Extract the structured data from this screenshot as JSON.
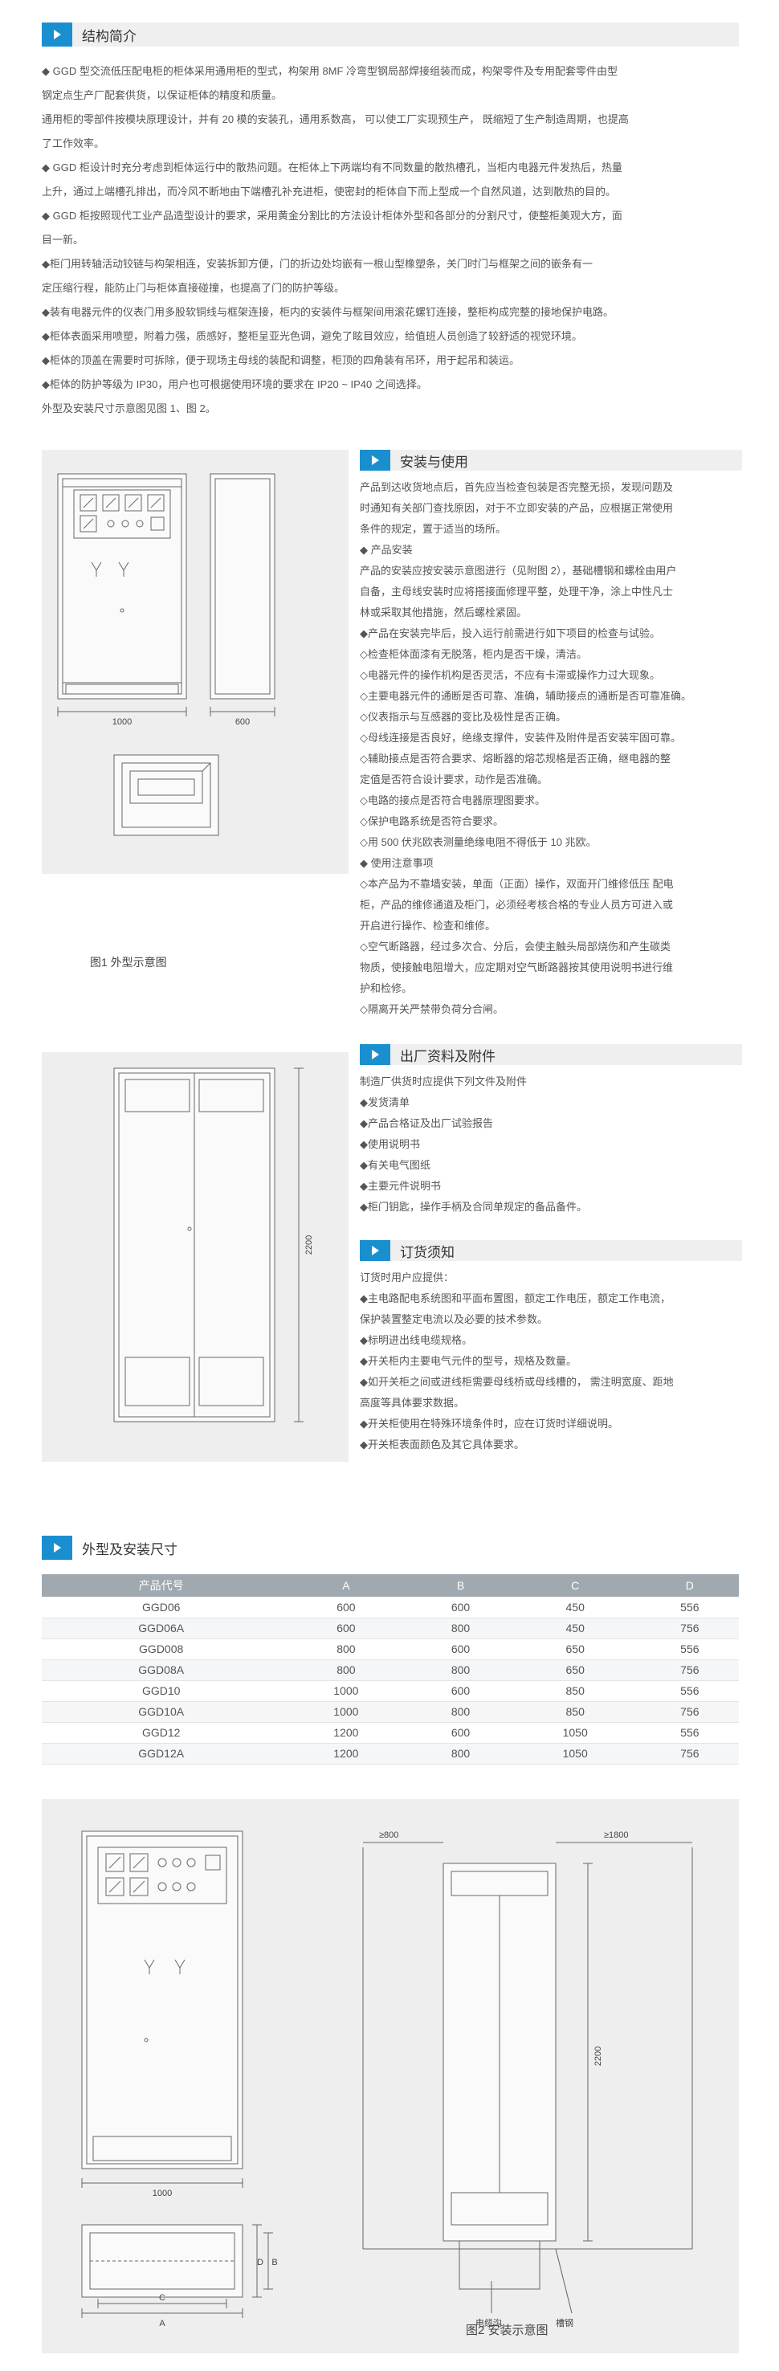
{
  "sections": {
    "intro_title": "结构简介",
    "install_title": "安装与使用",
    "docs_title": "出厂资料及附件",
    "order_title": "订货须知",
    "dims_title": "外型及安装尺寸"
  },
  "intro": [
    "◆ GGD 型交流低压配电柜的柜体采用通用柜的型式，构架用 8MF 冷弯型钢局部焊接组装而成，构架零件及专用配套零件由型",
    "钢定点生产厂配套供货，以保证柜体的精度和质量。",
    "通用柜的零部件按模块原理设计，并有 20 模的安装孔，通用系数高， 可以使工厂实现预生产， 既缩短了生产制造周期，也提高",
    "了工作效率。",
    "◆ GGD 柜设计时充分考虑到柜体运行中的散热问题。在柜体上下两端均有不同数量的散热槽孔，当柜内电器元件发热后，热量",
    "上升，通过上端槽孔排出，而冷风不断地由下端槽孔补充进柜，使密封的柜体自下而上型成一个自然风道，达到散热的目的。",
    "◆ GGD 柜按照现代工业产品造型设计的要求，采用黄金分割比的方法设计柜体外型和各部分的分割尺寸，使整柜美观大方，面",
    "目一新。",
    "◆柜门用转轴活动铰链与构架相连，安装拆卸方便，门的折边处均嵌有一根山型橡塑条，关门时门与框架之间的嵌条有一",
    "  定压缩行程，能防止门与柜体直接碰撞，也提高了门的防护等级。",
    "◆装有电器元件的仪表门用多股软铜线与框架连接，柜内的安装件与框架间用滚花螺钉连接，整柜构成完整的接地保护电路。",
    "◆柜体表面采用喷塑，附着力强，质感好，整柜呈亚光色调，避免了眩目效应，给值班人员创造了较舒适的视觉环境。",
    "◆柜体的顶盖在需要时可拆除，便于现场主母线的装配和调整，柜顶的四角装有吊环，用于起吊和装运。",
    "◆柜体的防护等级为 IP30，用户也可根据使用环境的要求在 IP20 ~ IP40 之间选择。",
    "外型及安装尺寸示意图见图 1、图 2。"
  ],
  "install": [
    "产品到达收货地点后，首先应当检查包装是否完整无损，发现问题及",
    "时通知有关部门查找原因，对于不立即安装的产品，应根据正常使用",
    "条件的规定，置于适当的场所。",
    "◆ 产品安装",
    "产品的安装应按安装示意图进行（见附图 2），基础槽钢和螺栓由用户",
    "自备，主母线安装时应将搭接面修理平整，处理干净，涂上中性凡士",
    "林或采取其他措施，然后螺栓紧固。",
    "◆产品在安装完毕后，投入运行前需进行如下项目的检查与试验。",
    "◇检查柜体面漆有无脱落，柜内是否干燥，清洁。",
    "◇电器元件的操作机构是否灵活，不应有卡滞或操作力过大现象。",
    "◇主要电器元件的通断是否可靠、准确，辅助接点的通断是否可靠准确。",
    "◇仪表指示与互感器的变比及极性是否正确。",
    "◇母线连接是否良好，绝缘支撑件，安装件及附件是否安装牢固可靠。",
    "◇辅助接点是否符合要求、熔断器的熔芯规格是否正确，继电器的整",
    "定值是否符合设计要求，动作是否准确。",
    "◇电路的接点是否符合电器原理图要求。",
    "◇保护电路系统是否符合要求。",
    "◇用 500 伏兆欧表测量绝缘电阻不得低于 10 兆欧。",
    "◆ 使用注意事项",
    "◇本产品为不靠墙安装，单面（正面）操作，双面开门维修低压 配电",
    "柜，产品的维修通道及柜门，必须经考核合格的专业人员方可进入或",
    "开启进行操作、检查和维修。",
    "◇空气断路器，经过多次合、分后，会使主触头局部烧伤和产生碳类",
    "物质，使接触电阻增大，应定期对空气断路器按其使用说明书进行维",
    "护和检修。",
    "◇隔离开关严禁带负荷分合闸。"
  ],
  "docs": [
    "制造厂供货时应提供下列文件及附件",
    "◆发货清单",
    "◆产品合格证及出厂试验报告",
    "◆使用说明书",
    "◆有关电气图纸",
    "◆主要元件说明书",
    "◆柜门钥匙，操作手柄及合同单规定的备品备件。"
  ],
  "order": [
    "订货时用户应提供：",
    "◆主电路配电系统图和平面布置图，额定工作电压，额定工作电流，",
    "保护装置整定电流以及必要的技术参数。",
    "◆标明进出线电缆规格。",
    "◆开关柜内主要电气元件的型号，规格及数量。",
    "◆如开关柜之间或进线柜需要母线桥或母线槽的， 需注明宽度、距地",
    "高度等具体要求数据。",
    "◆开关柜使用在特殊环境条件时，应在订货时详细说明。",
    "◆开关柜表面颜色及其它具体要求。"
  ],
  "figure1": {
    "caption": "图1 外型示意图",
    "dim_width": "1000",
    "dim_depth": "600",
    "dim_height": "2200"
  },
  "figure2": {
    "caption": "图2 安装示意图",
    "dim_a": "1000",
    "dim_front": "≥800",
    "dim_back": "≥1800",
    "dim_height": "2200",
    "label_trench": "电缆沟",
    "label_channel": "槽钢",
    "label_a": "A",
    "label_b": "B",
    "label_c": "C",
    "label_d": "D"
  },
  "table": {
    "headers": [
      "产品代号",
      "A",
      "B",
      "C",
      "D"
    ],
    "rows": [
      [
        "GGD06",
        "600",
        "600",
        "450",
        "556"
      ],
      [
        "GGD06A",
        "600",
        "800",
        "450",
        "756"
      ],
      [
        "GGD008",
        "800",
        "600",
        "650",
        "556"
      ],
      [
        "GGD08A",
        "800",
        "800",
        "650",
        "756"
      ],
      [
        "GGD10",
        "1000",
        "600",
        "850",
        "556"
      ],
      [
        "GGD10A",
        "1000",
        "800",
        "850",
        "756"
      ],
      [
        "GGD12",
        "1200",
        "600",
        "1050",
        "556"
      ],
      [
        "GGD12A",
        "1200",
        "800",
        "1050",
        "756"
      ]
    ]
  },
  "colors": {
    "accent": "#1a8fd0",
    "bar_bg": "#efefef",
    "table_header": "#a0a8b0",
    "panel_bg": "#eeeeee"
  }
}
